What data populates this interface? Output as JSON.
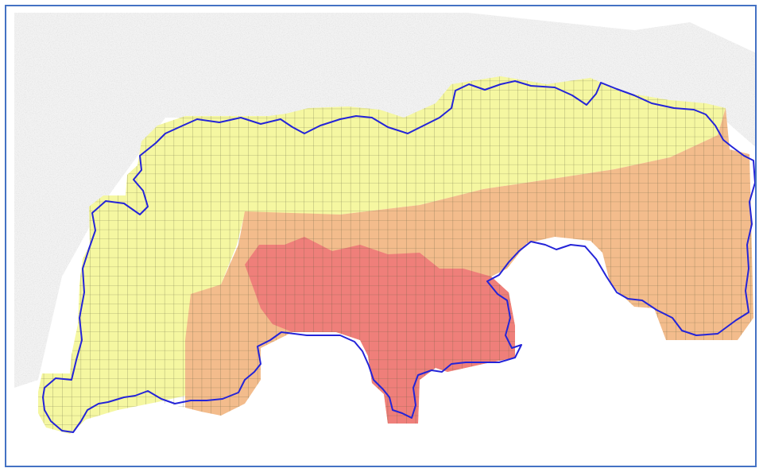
{
  "map": {
    "zones": [
      {
        "id": "zone-low",
        "fill": "#f5f7a1"
      },
      {
        "id": "zone-medium",
        "fill": "#f3bc8c"
      },
      {
        "id": "zone-high",
        "fill": "#ef7f7a"
      }
    ],
    "colors": {
      "boundary": "#2424d8",
      "grid": "#5a5a3a",
      "frame": "#4472c4",
      "basemap": "#c8c8c8"
    }
  }
}
